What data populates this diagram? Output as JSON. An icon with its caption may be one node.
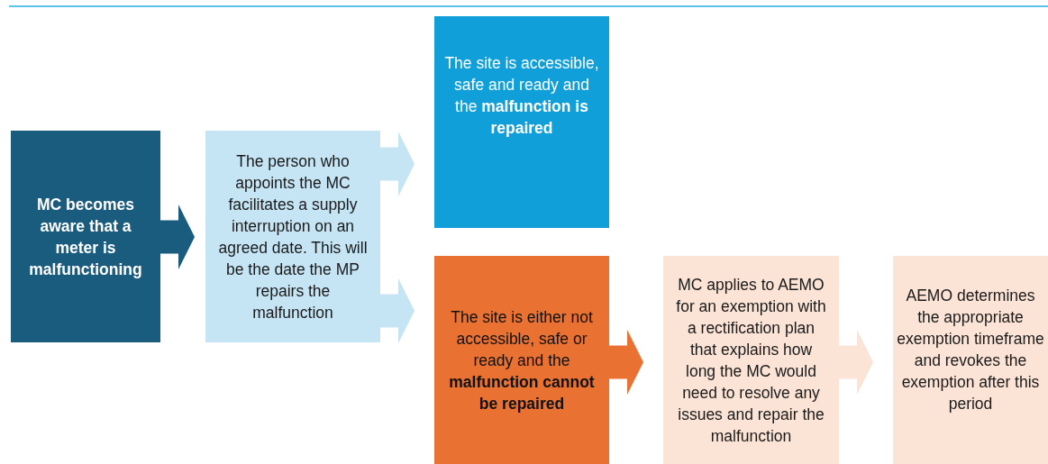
{
  "diagram": {
    "nodes": [
      {
        "text": [
          "MC becomes aware that a meter is malfunctioning"
        ]
      },
      {
        "text": [
          "The person who appoints the MC facilitates a supply interruption on an agreed date. This will be the date the MP repairs the malfunction"
        ]
      },
      {
        "text": [
          "The site is accessible, safe and ready and the **malfunction is repaired**"
        ]
      },
      {
        "text": [
          "The site is either not accessible, safe or ready and the **malfunction cannot be repaired**"
        ]
      },
      {
        "text": [
          "MC applies to AEMO for an exemption with a rectification plan that explains how long the MC would need to resolve any issues and repair the malfunction"
        ]
      },
      {
        "text": [
          "AEMO determines the appropriate exemption timeframe and revokes the exemption after this period"
        ]
      }
    ],
    "edges": [
      {
        "from": 0,
        "to": 1,
        "arrow": "to",
        "color": "#1a5c7e"
      },
      {
        "from": 1,
        "to": 2,
        "arrow": "to",
        "color": "#c5e5f5"
      },
      {
        "from": 1,
        "to": 3,
        "arrow": "to",
        "color": "#c5e5f5"
      },
      {
        "from": 3,
        "to": 4,
        "arrow": "to",
        "color": "#e97132"
      },
      {
        "from": 4,
        "to": 5,
        "arrow": "to",
        "color": "#fbe3d6"
      }
    ]
  }
}
